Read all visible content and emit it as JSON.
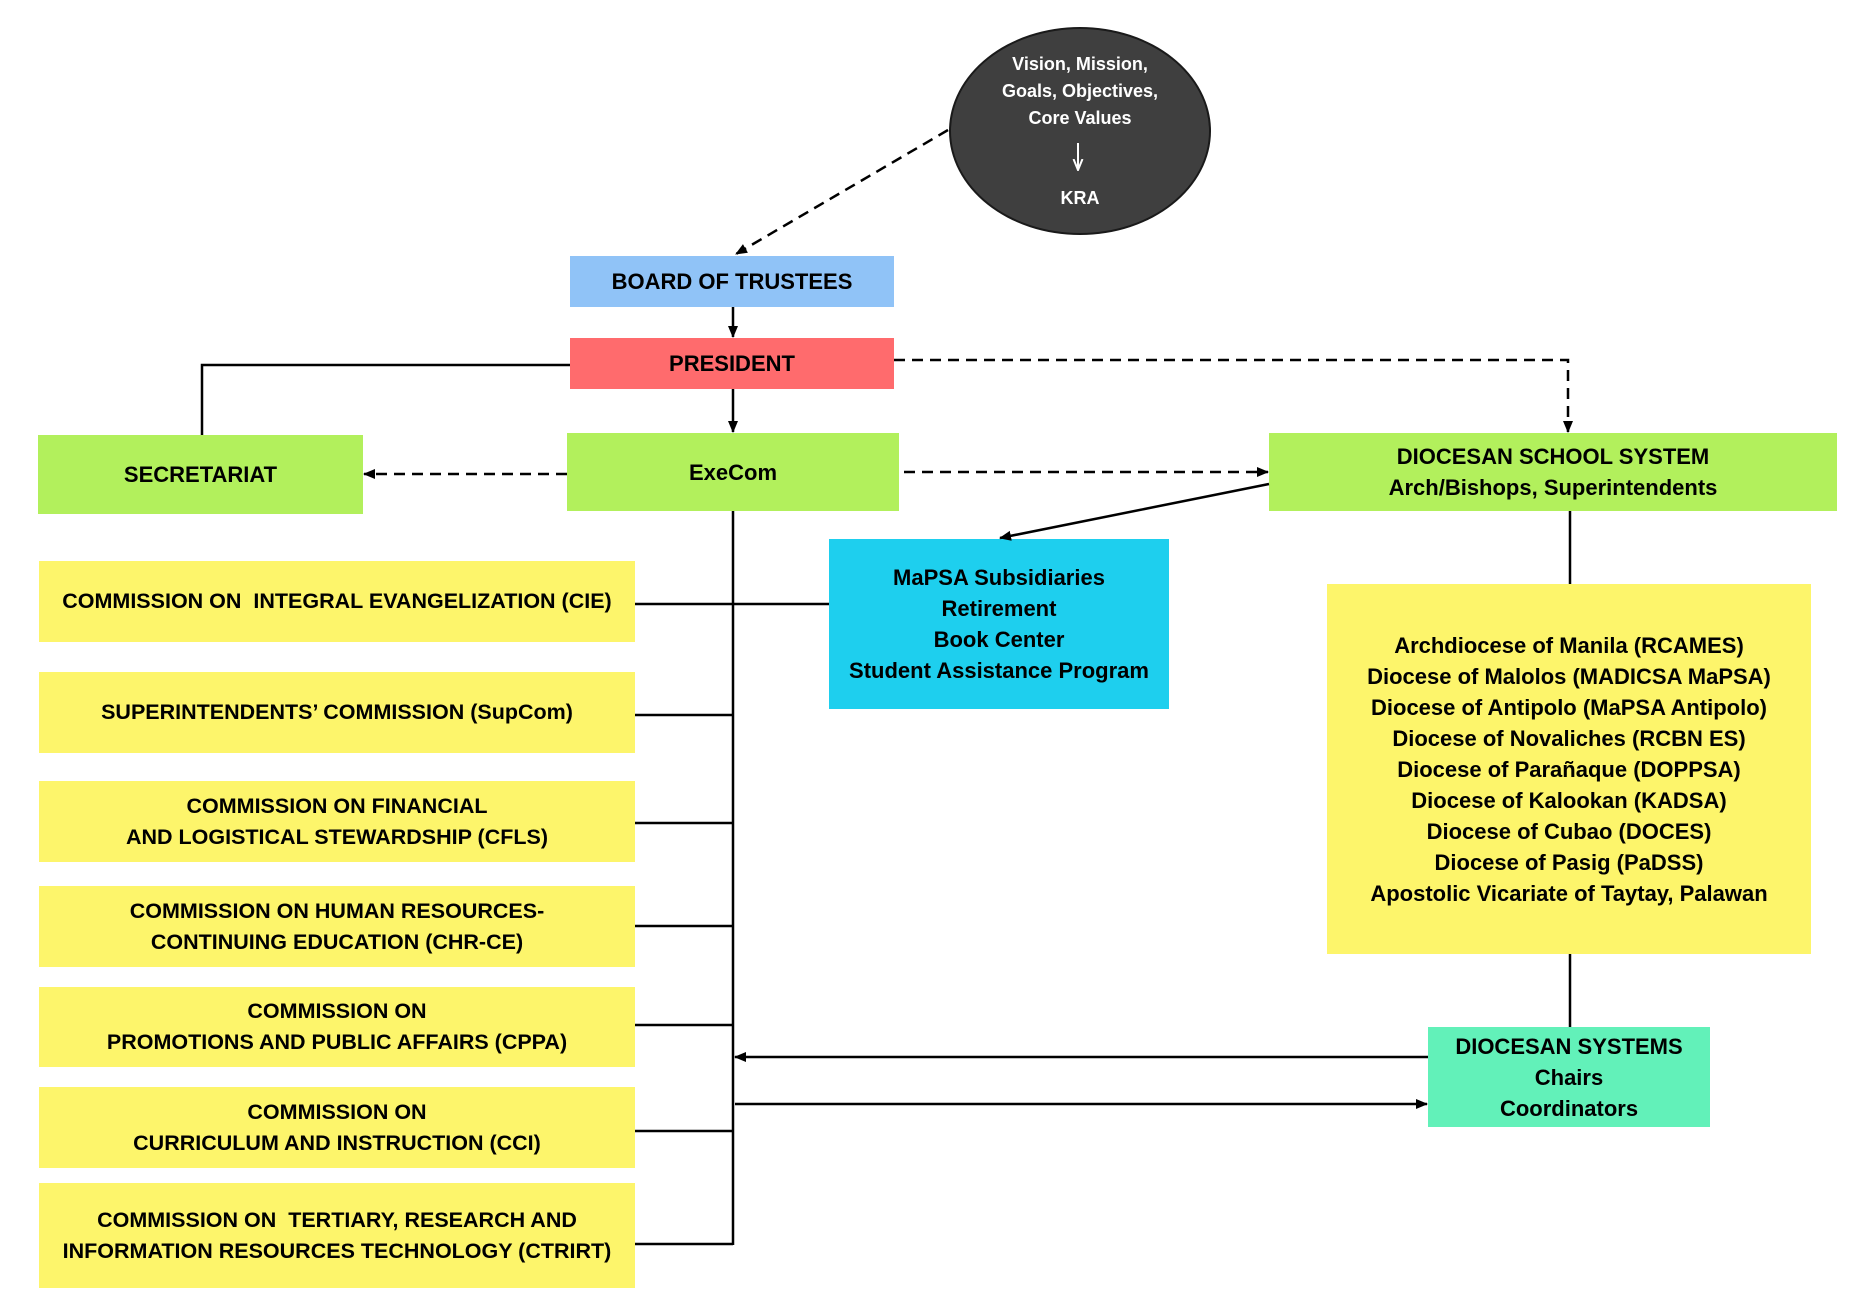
{
  "vmgo": {
    "lines": [
      "Vision, Mission,",
      "Goals, Objectives,",
      "Core Values"
    ],
    "arrow_icon": "arrow-down-icon",
    "kra": "KRA"
  },
  "board_of_trustees": "BOARD OF TRUSTEES",
  "president": "PRESIDENT",
  "secretariat": "SECRETARIAT",
  "execom": "ExeCom",
  "diocesan_school_system": {
    "lines": [
      "DIOCESAN SCHOOL SYSTEM",
      "Arch/Bishops, Superintendents"
    ]
  },
  "mapsa": {
    "lines": [
      "MaPSA Subsidiaries",
      "Retirement",
      "Book Center",
      "Student Assistance Program"
    ]
  },
  "commissions": [
    {
      "lines": [
        "COMMISSION ON  INTEGRAL EVANGELIZATION (CIE)"
      ]
    },
    {
      "lines": [
        "SUPERINTENDENTS’ COMMISSION (SupCom)"
      ]
    },
    {
      "lines": [
        "COMMISSION ON FINANCIAL",
        "AND LOGISTICAL STEWARDSHIP (CFLS)"
      ]
    },
    {
      "lines": [
        "COMMISSION ON HUMAN RESOURCES-",
        "CONTINUING EDUCATION (CHR-CE)"
      ]
    },
    {
      "lines": [
        "COMMISSION ON",
        "PROMOTIONS AND PUBLIC AFFAIRS (CPPA)"
      ]
    },
    {
      "lines": [
        "COMMISSION ON",
        "CURRICULUM AND INSTRUCTION (CCI)"
      ]
    },
    {
      "lines": [
        "COMMISSION ON  TERTIARY, RESEARCH AND",
        "INFORMATION RESOURCES TECHNOLOGY (CTRIRT)"
      ]
    }
  ],
  "dioceses": {
    "lines": [
      "Archdiocese of Manila (RCAMES)",
      "Diocese of Malolos (MADICSA MaPSA)",
      "Diocese of Antipolo (MaPSA Antipolo)",
      "Diocese of Novaliches (RCBN ES)",
      "Diocese of Parañaque (DOPPSA)",
      "Diocese of Kalookan (KADSA)",
      "Diocese of Cubao (DOCES)",
      "Diocese of Pasig (PaDSS)",
      "Apostolic Vicariate of Taytay, Palawan"
    ]
  },
  "diocesan_systems": {
    "lines": [
      "DIOCESAN SYSTEMS",
      "Chairs",
      "Coordinators"
    ]
  },
  "colors": {
    "vmgo": "#3f3f3f",
    "board": "#90c3f7",
    "president": "#ff6b6d",
    "green": "#b2f05c",
    "mapsa": "#1ecfee",
    "yellow": "#fdf56b",
    "diocesan_systems": "#62f1b9"
  }
}
